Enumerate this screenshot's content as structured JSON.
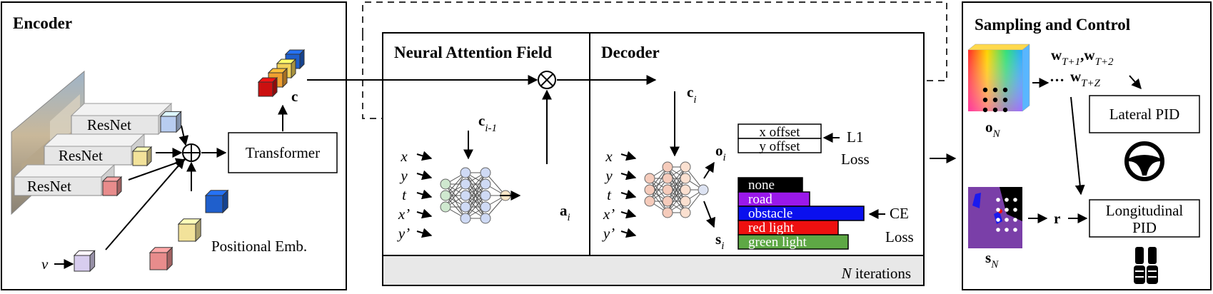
{
  "encoder": {
    "title": "Encoder",
    "resnet_labels": [
      "ResNet",
      "ResNet",
      "ResNet"
    ],
    "transformer_label": "Transformer",
    "c_label": "c",
    "v_label": "v",
    "positional_emb_label": "Positional Emb."
  },
  "naf": {
    "title": "Neural Attention Field",
    "c_prev_label": "c",
    "c_prev_sub": "i-1",
    "inputs": [
      "x",
      "y",
      "t",
      "x’",
      "y’"
    ],
    "a_label": "a",
    "a_sub": "i"
  },
  "decoder": {
    "title": "Decoder",
    "ci_label": "c",
    "ci_sub": "i",
    "inputs": [
      "x",
      "y",
      "t",
      "x’",
      "y’"
    ],
    "o_label": "o",
    "o_sub": "i",
    "s_label": "s",
    "s_sub": "i",
    "offsets": [
      "x offset",
      "y offset"
    ],
    "l1_loss": [
      "L1",
      "Loss"
    ],
    "ce_loss": [
      "CE",
      "Loss"
    ],
    "classes": [
      {
        "label": "none",
        "color": "#000000"
      },
      {
        "label": "road",
        "color": "#9a18ea"
      },
      {
        "label": "obstacle",
        "color": "#0a10ee"
      },
      {
        "label": "red light",
        "color": "#ee1010"
      },
      {
        "label": "green light",
        "color": "#5ea845"
      }
    ]
  },
  "iterations": {
    "n": "N",
    "text": " iterations"
  },
  "sampling": {
    "title": "Sampling and Control",
    "o_label": "o",
    "o_sub": "N",
    "s_label": "s",
    "s_sub": "N",
    "r_label": "r",
    "waypoints": [
      {
        "w": "w",
        "sub": "T+1"
      },
      {
        "w": "w",
        "sub": "T+2"
      },
      {
        "w": "w",
        "sub": "T+Z"
      }
    ],
    "comma": ",",
    "ellipsis": "…",
    "lateral_pid": "Lateral PID",
    "longitudinal_pid": [
      "Longitudinal",
      "PID"
    ]
  },
  "colors": {
    "cube_blue": "#1f5fcc",
    "cube_light_blue": "#b8cdf0",
    "cube_yellow": "#f2e29a",
    "cube_red": "#e88c8c",
    "cube_lavender": "#d8cdef",
    "bar_none": "#000000",
    "bar_road": "#9a18ea",
    "bar_obstacle": "#0a10ee",
    "bar_red_light": "#ee1010",
    "bar_green_light": "#5ea845",
    "iteration_band": "#e8e8e8"
  },
  "icons": [
    "oplus-icon",
    "otimes-icon",
    "steering-wheel-icon",
    "pedals-icon",
    "camera-image-icon",
    "neural-network-icon",
    "cube-icon"
  ]
}
